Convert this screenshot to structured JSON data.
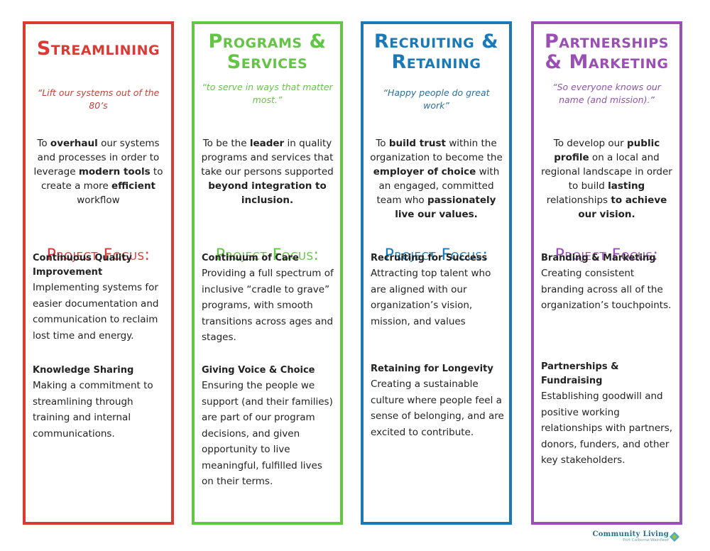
{
  "columns": [
    {
      "title": [
        "Streamlining"
      ],
      "quote": "“Lift our systems out of the 80’s",
      "mission": [
        {
          "t": "To "
        },
        {
          "t": "overhaul",
          "b": true
        },
        {
          "t": " our systems and processes in order to leverage "
        },
        {
          "t": "modern tools",
          "b": true
        },
        {
          "t": " to create a more "
        },
        {
          "t": "efficient",
          "b": true
        },
        {
          "t": " workflow"
        }
      ],
      "project_focus": "Project Focus:",
      "projects": [
        {
          "title": "Continuous Quality Improvement",
          "desc": "Implementing systems for easier documentation and communication to reclaim lost time and energy."
        },
        {
          "title": "Knowledge Sharing",
          "desc": "Making a commitment to streamlining through training and internal communications."
        }
      ]
    },
    {
      "title": [
        "Programs &",
        "Services"
      ],
      "quote": "“to serve in ways that matter most.”",
      "mission": [
        {
          "t": "To be the "
        },
        {
          "t": "leader",
          "b": true
        },
        {
          "t": " in quality programs and services that take our persons supported "
        },
        {
          "t": "beyond integration to inclusion.",
          "b": true
        }
      ],
      "project_focus": "Project Focus:",
      "projects": [
        {
          "title": "Continuum of Care",
          "desc": "Providing a full spectrum of inclusive “cradle to grave” programs, with smooth transitions across ages and stages."
        },
        {
          "title": "Giving Voice & Choice",
          "desc": "Ensuring the people we support (and their families) are part of our program decisions, and given opportunity to live meaningful, fulfilled lives on their terms."
        }
      ]
    },
    {
      "title": [
        "Recruiting &",
        "Retaining"
      ],
      "quote": "“Happy people do great work”",
      "mission": [
        {
          "t": "To "
        },
        {
          "t": "build trust",
          "b": true
        },
        {
          "t": " within the organization to become the "
        },
        {
          "t": "employer of choice",
          "b": true
        },
        {
          "t": " with an engaged, committed team who "
        },
        {
          "t": "passionately live our values.",
          "b": true
        }
      ],
      "project_focus": "Project Focus:",
      "projects": [
        {
          "title": "Recruiting for Success",
          "desc": "Attracting top talent who are aligned with our organization’s vision, mission, and values"
        },
        {
          "title": "Retaining for Longevity",
          "desc": "Creating a sustainable culture where people feel a sense of belonging, and are excited to contribute."
        }
      ]
    },
    {
      "title": [
        "Partnerships",
        "& Marketing"
      ],
      "quote": "“So everyone knows our name (and mission).”",
      "mission": [
        {
          "t": "To develop our "
        },
        {
          "t": "public profile",
          "b": true
        },
        {
          "t": " on a local and regional landscape in order to build "
        },
        {
          "t": "lasting",
          "b": true
        },
        {
          "t": " relationships "
        },
        {
          "t": "to achieve our vision.",
          "b": true
        }
      ],
      "project_focus": "Project Focus:",
      "projects": [
        {
          "title": "Branding & Marketing",
          "desc": "Creating consistent branding across all of the organization’s touchpoints."
        },
        {
          "title": "Partnerships & Fundraising",
          "desc": "Establishing goodwill and positive working relationships with partners, donors, funders, and other key stakeholders."
        }
      ]
    }
  ],
  "colors": {
    "red": "#db3a34",
    "green": "#62c544",
    "blue": "#1a7ab8",
    "purple": "#9b4fb5",
    "quote_red": "#c0433a",
    "quote_green": "#6bbf4e",
    "quote_blue": "#2a6f9c",
    "quote_purple": "#8c55a6"
  },
  "logo": {
    "name": "Community Living",
    "sub": "Port Colborne-Wainfleet"
  }
}
